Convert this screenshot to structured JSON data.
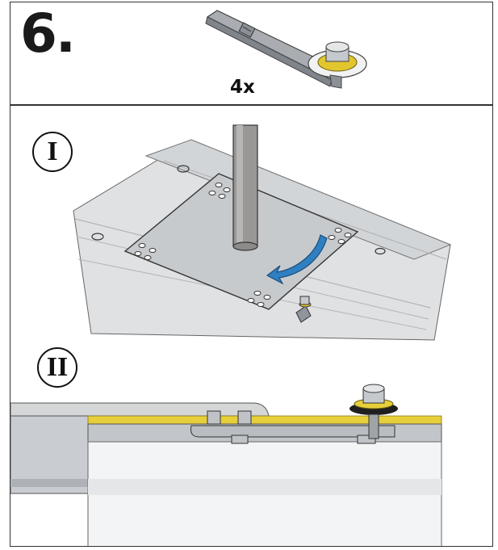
{
  "step": {
    "number": "6.",
    "quantity": "4x"
  },
  "substeps": [
    {
      "label": "I"
    },
    {
      "label": "II"
    }
  ],
  "colors": {
    "metal": "#c9ccd0",
    "metal_dark": "#8f959b",
    "sealant_yellow": "#e6cf3a",
    "arrow_blue": "#2f7fc1"
  },
  "icons": [
    "mounting-bracket-icon",
    "rotate-arrow-icon",
    "bolt-washer-icon"
  ]
}
